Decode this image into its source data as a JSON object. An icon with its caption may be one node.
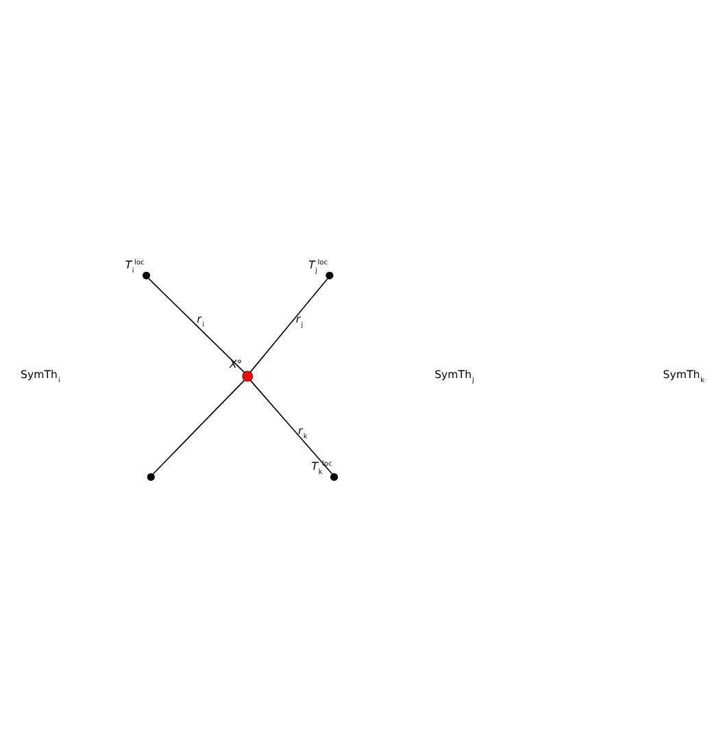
{
  "diagram": {
    "nodes": [
      {
        "text": [],
        "shape": "circle",
        "beside": [
          "T$_{i}$$^{loc}$"
        ]
      },
      {
        "text": [],
        "shape": "circle",
        "beside": [
          "T$_{j}$$^{loc}$"
        ]
      },
      {
        "text": [],
        "shape": "circle",
        "beside": [
          "X°"
        ]
      },
      {
        "text": [],
        "shape": "circle"
      },
      {
        "text": [],
        "shape": "circle",
        "beside": [
          "T$_{k}$$^{loc}$"
        ]
      }
    ],
    "edges": [
      {
        "from": 0,
        "to": 2,
        "arrow": "none",
        "label": "r$_{i}$"
      },
      {
        "from": 1,
        "to": 2,
        "arrow": "none",
        "label": "r$_{j}$"
      },
      {
        "from": 2,
        "to": 4,
        "arrow": "none",
        "label": "r$_{k}$"
      },
      {
        "from": 3,
        "to": 2,
        "arrow": "none"
      }
    ],
    "labels": [
      "SymTh$_{i}$",
      "SymTh$_{j}$",
      "SymTh$_{k}$"
    ]
  }
}
